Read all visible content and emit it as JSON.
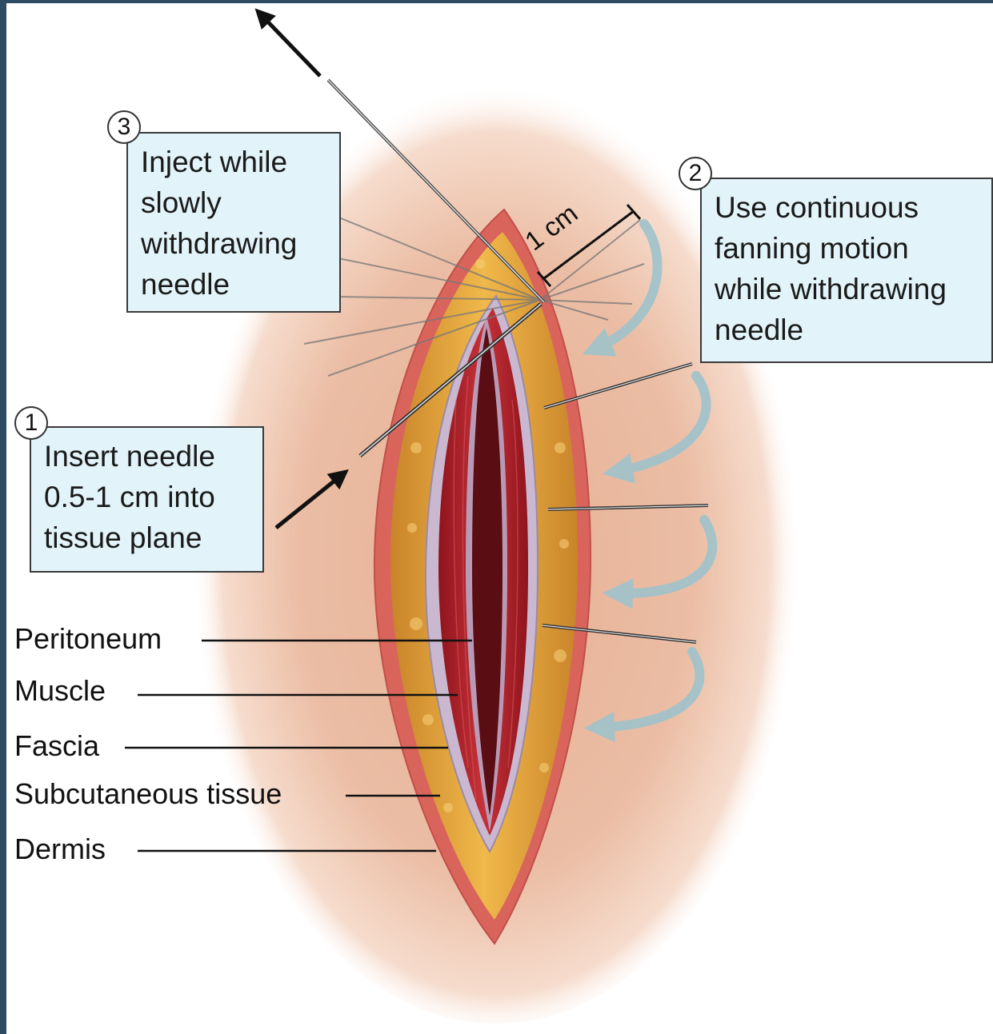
{
  "callouts": {
    "step1": {
      "number": "1",
      "lines": [
        "Insert needle",
        "0.5-1 cm into",
        "tissue plane"
      ]
    },
    "step2": {
      "number": "2",
      "lines": [
        "Use continuous",
        "fanning motion",
        "while withdrawing",
        "needle"
      ]
    },
    "step3": {
      "number": "3",
      "lines": [
        "Inject while",
        "slowly",
        "withdrawing",
        "needle"
      ]
    }
  },
  "measure_label": "1 cm",
  "layers": [
    "Peritoneum",
    "Muscle",
    "Fascia",
    "Subcutaneous tissue",
    "Dermis"
  ],
  "colors": {
    "frame": "#2f4a63",
    "callout_fill": "#e2f3fa",
    "skin": "#e8b59a",
    "dermis": "#d9645c",
    "subcutaneous": "#e3a43a",
    "fascia": "#c9b8cf",
    "muscle": "#b3222a",
    "peritoneum": "#5a0d12",
    "motion_arrow": "#9fc3cc"
  }
}
